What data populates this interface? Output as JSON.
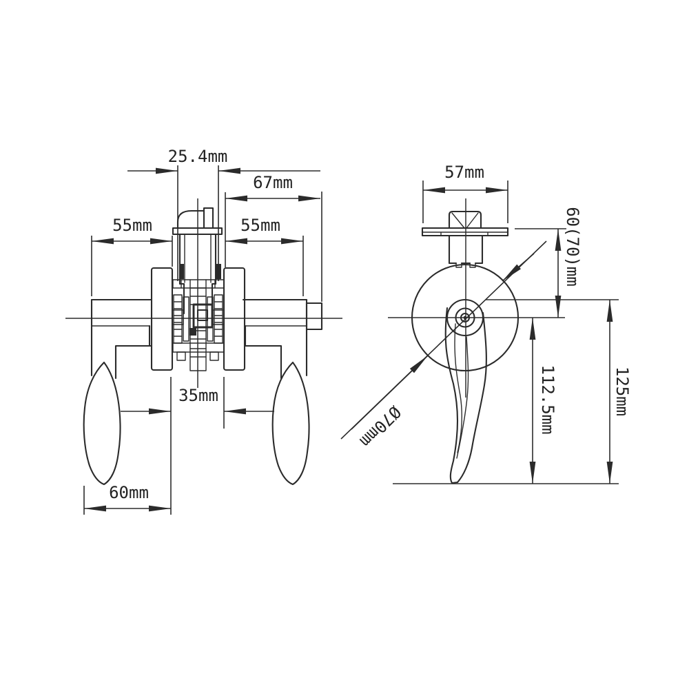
{
  "diagram": {
    "front_view": {
      "dimensions": {
        "hub_width": "25.4mm",
        "right_assembly_length": "67mm",
        "left_tube_length": "55mm",
        "right_tube_length": "55mm",
        "center_gap": "35mm",
        "handle_projection": "60mm"
      }
    },
    "side_view": {
      "dimensions": {
        "faceplate_width": "57mm",
        "backset": "60(70)mm",
        "rose_diameter": "Ø70mm",
        "lever_height": "112.5mm",
        "overall_height": "125mm"
      }
    },
    "colors": {
      "line": "#2b2b2b",
      "text": "#222222",
      "background": "#ffffff"
    }
  }
}
